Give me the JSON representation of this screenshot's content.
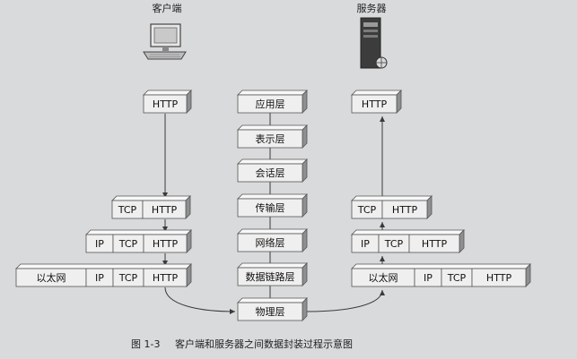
{
  "labels": {
    "client": "客户端",
    "server": "服务器"
  },
  "osi_layers": [
    "应用层",
    "表示层",
    "会话层",
    "传输层",
    "网络层",
    "数据链路层",
    "物理层"
  ],
  "client_stack": {
    "app": [
      "HTTP"
    ],
    "transport": [
      "TCP",
      "HTTP"
    ],
    "network": [
      "IP",
      "TCP",
      "HTTP"
    ],
    "link": [
      "以太网",
      "IP",
      "TCP",
      "HTTP"
    ]
  },
  "server_stack": {
    "app": [
      "HTTP"
    ],
    "transport": [
      "TCP",
      "HTTP"
    ],
    "network": [
      "IP",
      "TCP",
      "HTTP"
    ],
    "link": [
      "以太网",
      "IP",
      "TCP",
      "HTTP"
    ]
  },
  "caption": {
    "number": "图 1-3",
    "text": "客户端和服务器之间数据封装过程示意图"
  },
  "colors": {
    "background": "#d9dadb",
    "box_face": "#efefef",
    "box_top": "#f8f8f8",
    "box_side": "#8e8f91",
    "line": "#3a3a3a"
  }
}
